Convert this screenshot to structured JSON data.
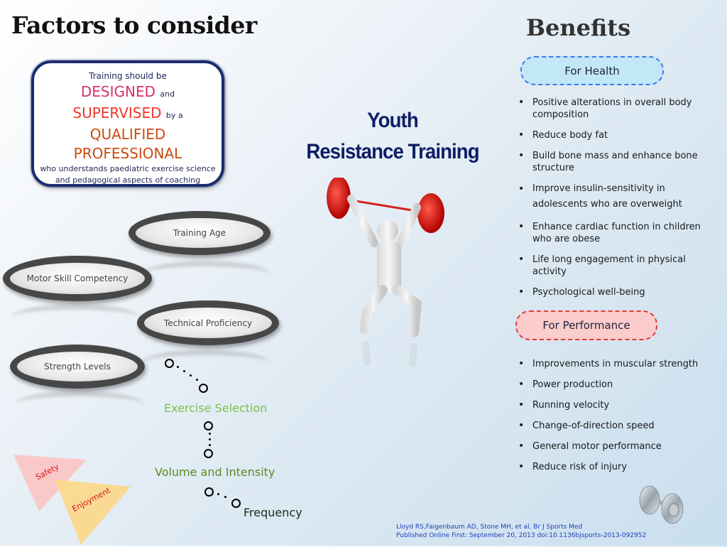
{
  "left": {
    "heading": "Factors to consider",
    "qualified_box": {
      "line1": "Training should be",
      "designed": "DESIGNED",
      "and": "and",
      "supervised": "SUPERVISED",
      "by_a": "by a",
      "qualified": "QUALIFIED",
      "professional": "PROFESSIONAL",
      "desc1": "who understands paediatric exercise science",
      "desc2": "and pedagogical aspects of coaching",
      "colors": {
        "designed": "#d8306a",
        "supervised": "#f0362a",
        "qualified": "#cc4a10",
        "border": "#1c2d6e"
      }
    },
    "factors": [
      {
        "label": "Training Age"
      },
      {
        "label": "Motor Skill Competency"
      },
      {
        "label": "Technical Proficiency"
      },
      {
        "label": "Strength Levels"
      }
    ],
    "flow": [
      {
        "label": "Exercise Selection",
        "color": "#7cc04a"
      },
      {
        "label": "Volume and Intensity",
        "color": "#5c8a22"
      },
      {
        "label": "Frequency",
        "color": "#1a2a1a"
      }
    ],
    "triangles": [
      {
        "label": "Safety",
        "color": "#f9c9c9"
      },
      {
        "label": "Enjoyment",
        "color": "#fbd98c"
      }
    ]
  },
  "center": {
    "title_line1": "Youth",
    "title_line2": "Resistance Training",
    "illustration": "weightlifter-figure-icon"
  },
  "right": {
    "heading": "Benefits",
    "health": {
      "label": "For Health",
      "items": [
        "Positive alterations in overall body composition",
        "Reduce body fat",
        "Build bone mass and enhance bone structure",
        "Improve insulin-sensitivity in adolescents who are overweight",
        "Enhance cardiac function in children who are obese",
        "Life long engagement in physical activity",
        "Psychological well-being"
      ]
    },
    "performance": {
      "label": "For Performance",
      "items": [
        "Improvements in muscular strength",
        "Power production",
        "Running velocity",
        "Change-of-direction speed",
        "General motor performance",
        "Reduce risk of injury"
      ]
    },
    "decoration": "dumbbell-icon"
  },
  "citation": {
    "line1": "Lloyd RS,Faigenbaum AD, Stone MH, et al. Br J Sports Med",
    "line2": "Published Online First:  September 20, 2013 doi:10.1136bjsports-2013-092952"
  }
}
